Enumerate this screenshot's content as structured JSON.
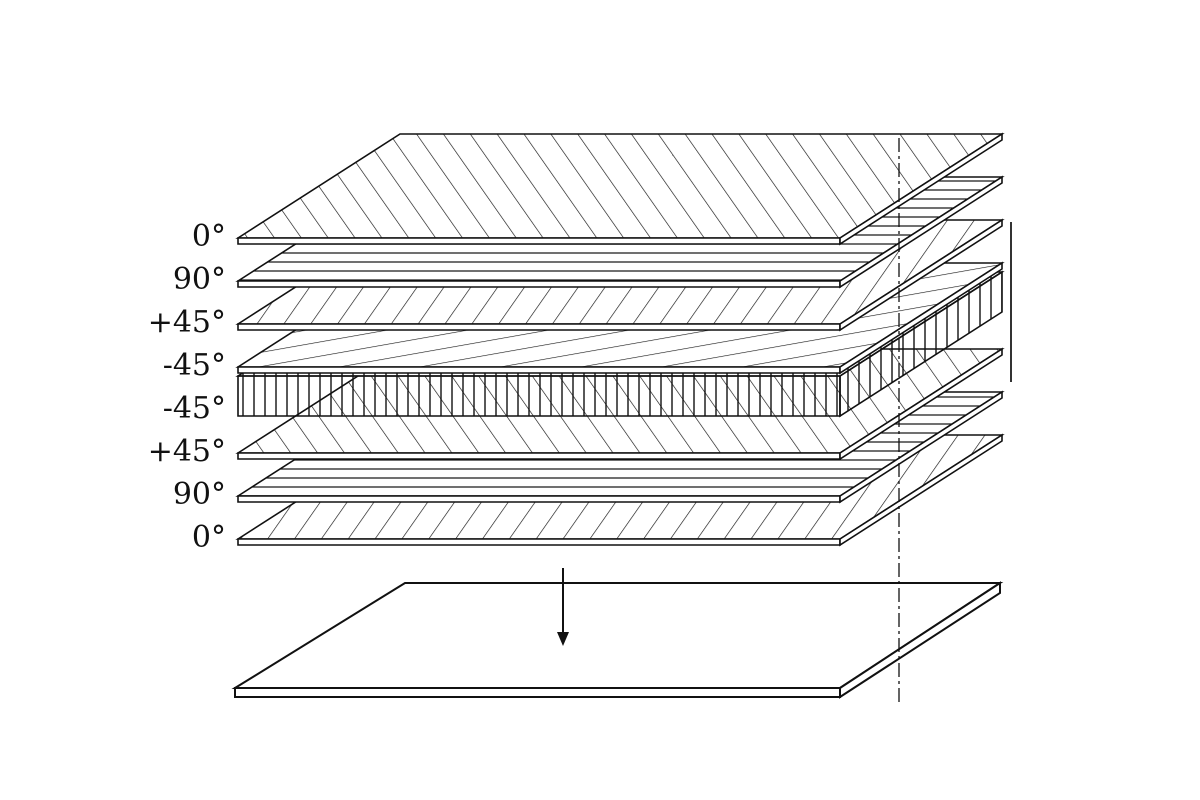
{
  "figure": {
    "plies": [
      {
        "label": "0°",
        "hatch": "diag-right"
      },
      {
        "label": "90°",
        "hatch": "horizontal"
      },
      {
        "label": "+45°",
        "hatch": "diag-left"
      },
      {
        "label": "-45°",
        "hatch": "diag-shallow"
      },
      {
        "label": "-45°",
        "hatch": "vertical"
      },
      {
        "label": "+45°",
        "hatch": "diag-right"
      },
      {
        "label": "90°",
        "hatch": "horizontal"
      },
      {
        "label": "0°",
        "hatch": "diag-left"
      }
    ],
    "colors": {
      "line": "#111111",
      "background": "#ffffff"
    }
  }
}
